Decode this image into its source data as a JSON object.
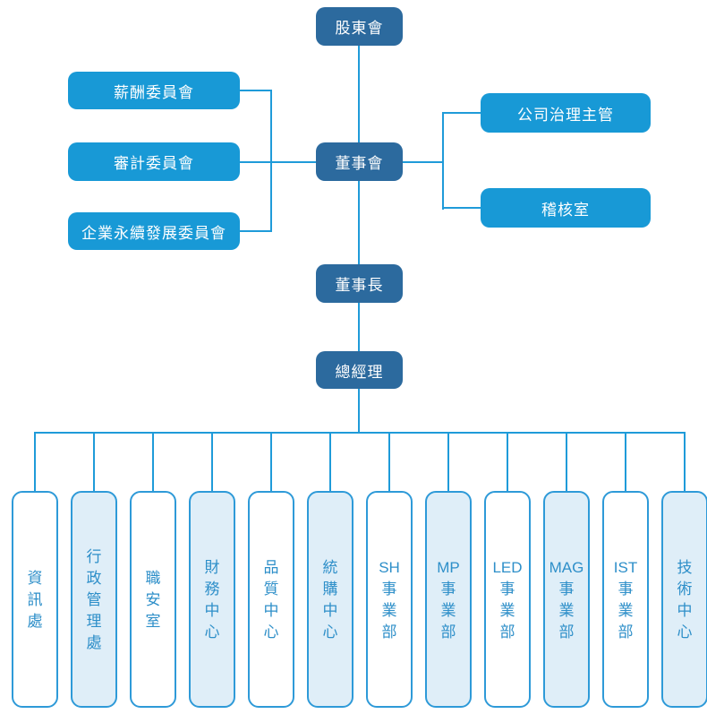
{
  "org": {
    "nodes": {
      "shareholders": "股東會",
      "board": "董事會",
      "chairman": "董事長",
      "president": "總經理"
    },
    "committees": [
      "薪酬委員會",
      "審計委員會",
      "企業永續發展委員會"
    ],
    "board_right": [
      "公司治理主管",
      "稽核室"
    ],
    "departments": [
      "資訊處",
      "行政管理處",
      "職安室",
      "財務中心",
      "品質中心",
      "統購中心",
      "SH事業部",
      "MP事業部",
      "LED事業部",
      "MAG事業部",
      "IST事業部",
      "技術中心"
    ]
  },
  "colors": {
    "dark_node": "#2c6a9e",
    "accent_node": "#1899d6",
    "line": "#1f9bd9",
    "dept_border": "#2e9ad8",
    "dept_fill": "#dfeef8",
    "dept_text": "#2e8fc9"
  },
  "chart_data": {
    "type": "org-chart",
    "title": "",
    "hierarchy": {
      "股東會": {
        "董事會": {
          "attached_left": [
            "薪酬委員會",
            "審計委員會",
            "企業永續發展委員會"
          ],
          "attached_right": [
            "公司治理主管",
            "稽核室"
          ],
          "董事長": {
            "總經理": [
              "資訊處",
              "行政管理處",
              "職安室",
              "財務中心",
              "品質中心",
              "統購中心",
              "SH事業部",
              "MP事業部",
              "LED事業部",
              "MAG事業部",
              "IST事業部",
              "技術中心"
            ]
          }
        }
      }
    }
  }
}
